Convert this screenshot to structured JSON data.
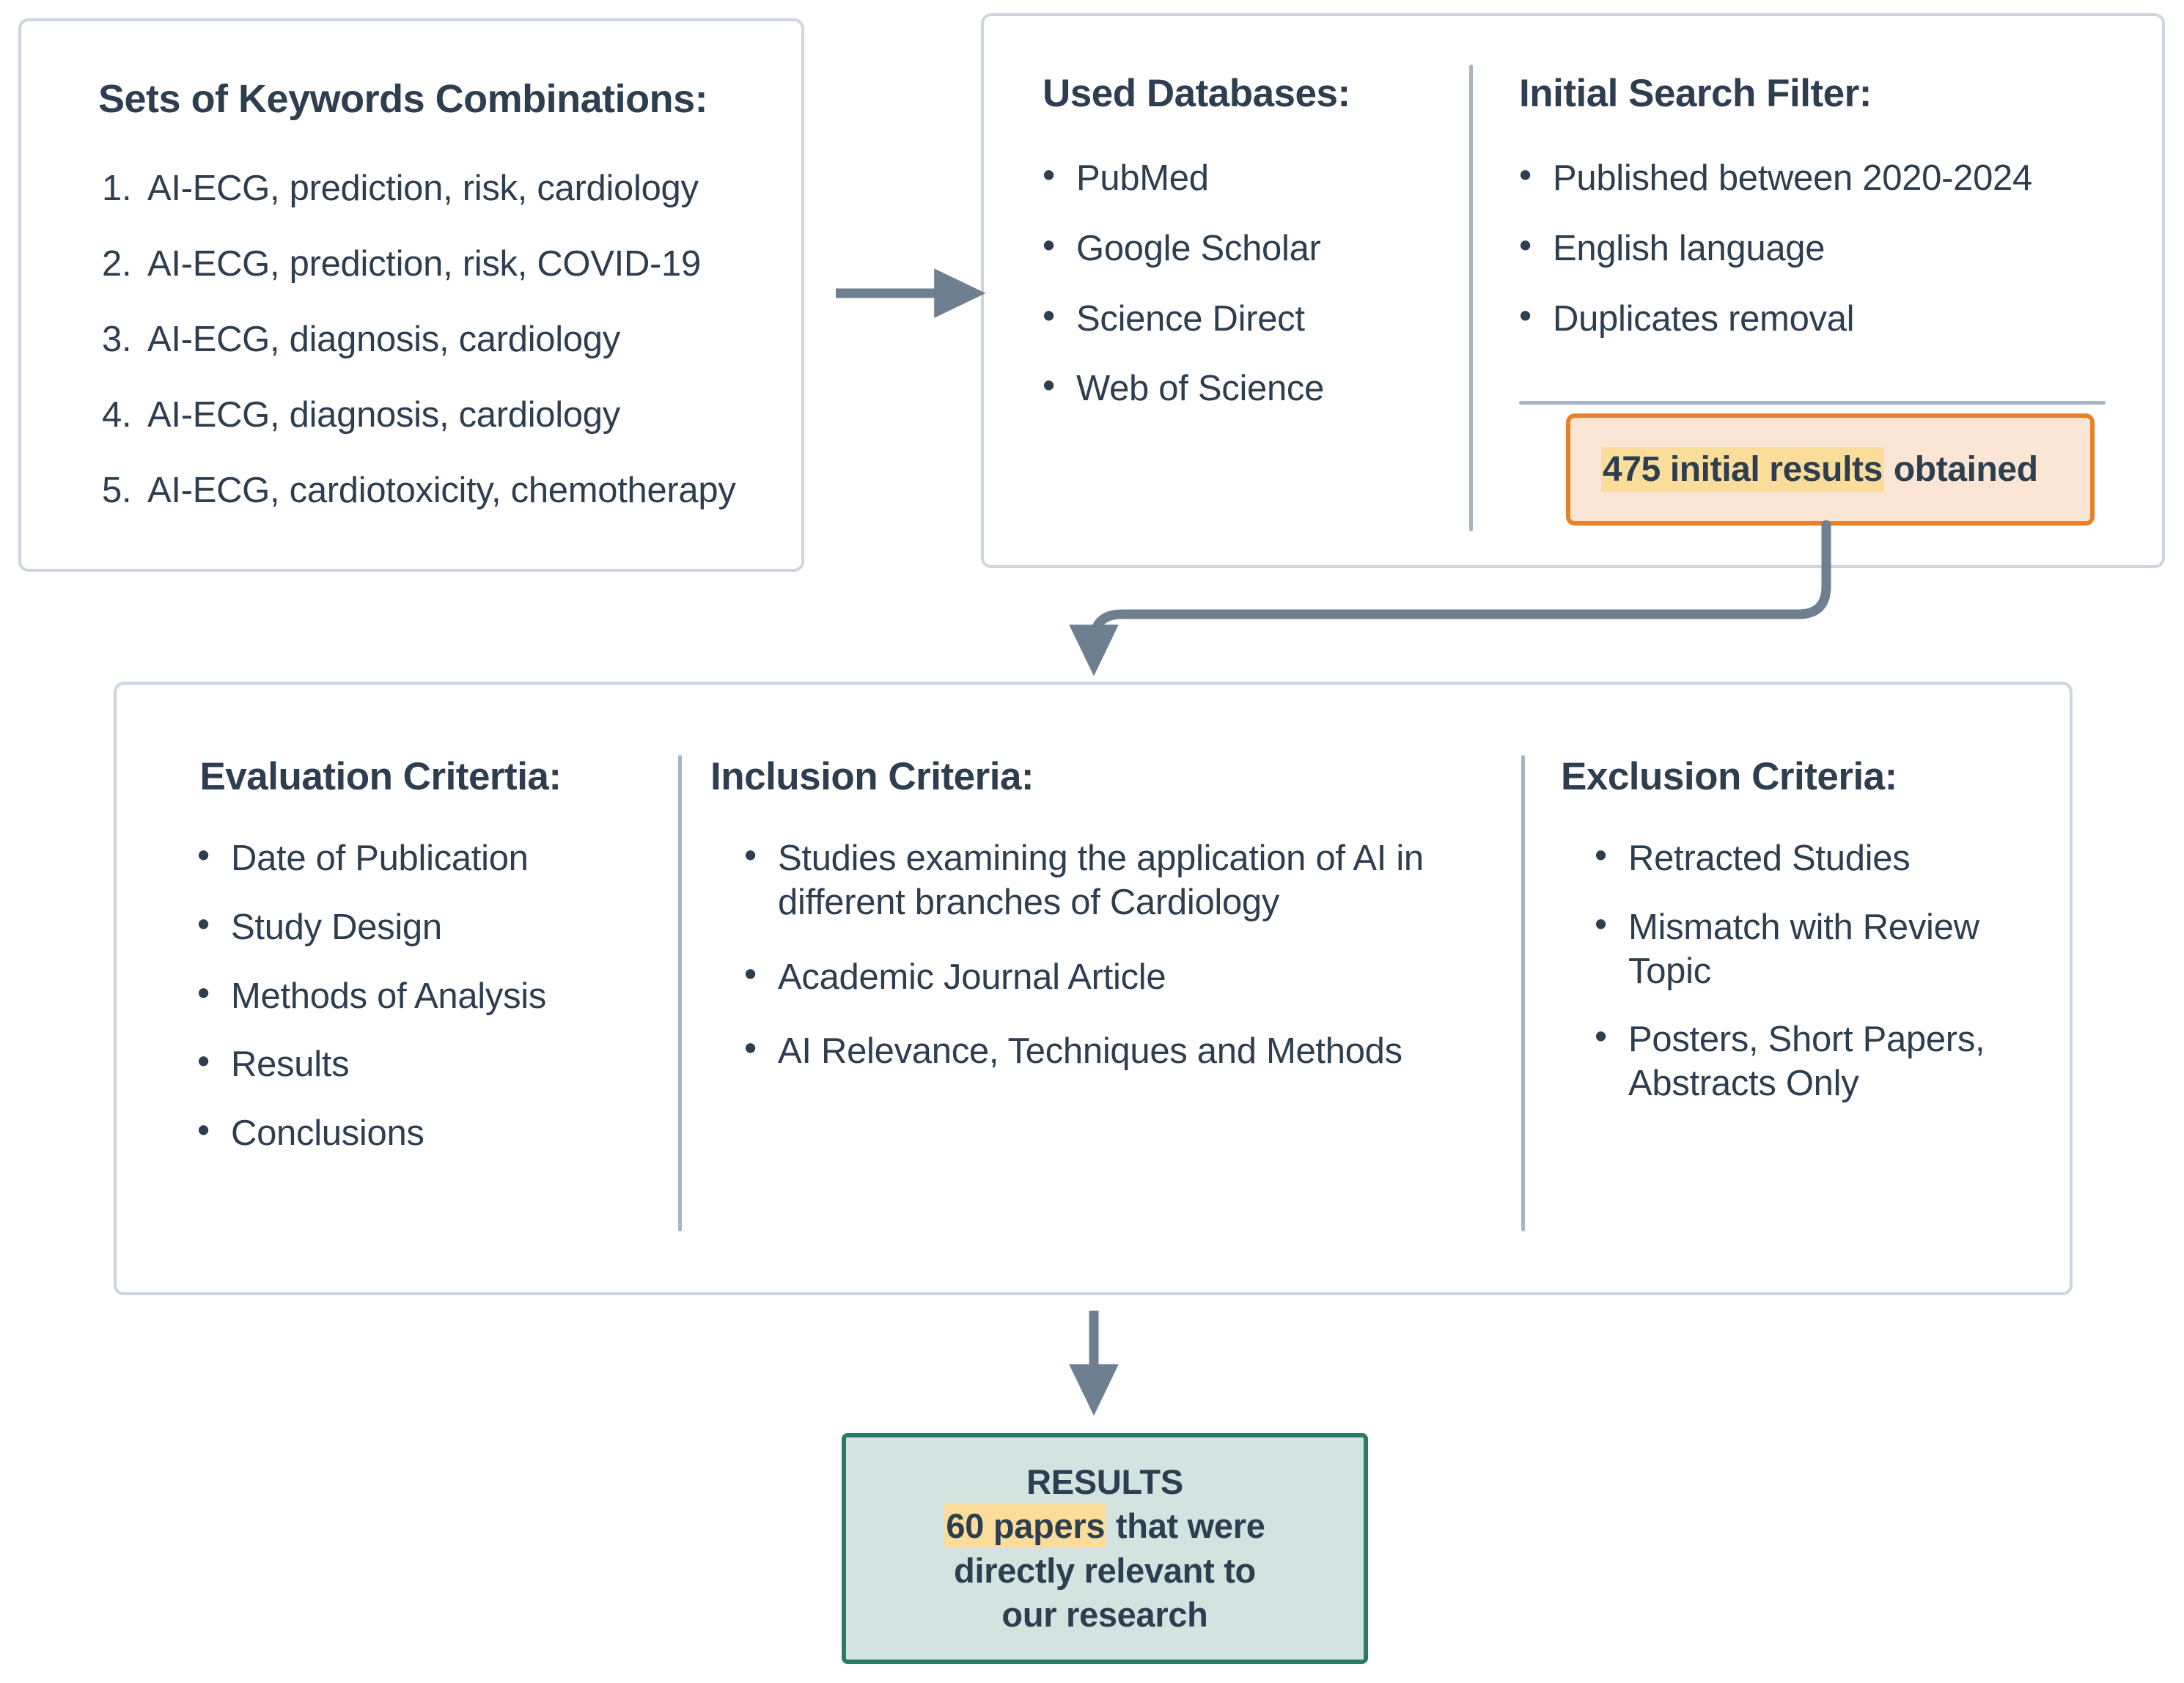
{
  "colors": {
    "text": "#2d3e50",
    "box_border": "#ccd6e0",
    "divider": "#a8b4c0",
    "arrow": "#6e7f8f",
    "chip_border": "#e8822a",
    "chip_fill": "#fbe5d5",
    "highlight": "#fadd9a",
    "results_fill": "#d3e3df",
    "results_border": "#2b7a68"
  },
  "keywords": {
    "title": "Sets of Keywords Combinations:",
    "items": [
      {
        "num": "1.",
        "text": "AI-ECG, prediction, risk, cardiology"
      },
      {
        "num": "2.",
        "text": "AI-ECG, prediction, risk, COVID-19"
      },
      {
        "num": "3.",
        "text": "AI-ECG, diagnosis, cardiology"
      },
      {
        "num": "4.",
        "text": "AI-ECG, diagnosis, cardiology"
      },
      {
        "num": "5.",
        "text": "AI-ECG, cardiotoxicity, chemotherapy"
      }
    ]
  },
  "databases": {
    "title": "Used Databases:",
    "items": [
      "PubMed",
      "Google Scholar",
      "Science Direct",
      "Web of Science"
    ]
  },
  "search_filter": {
    "title": "Initial Search Filter:",
    "items": [
      "Published between 2020-2024",
      "English language",
      "Duplicates removal"
    ],
    "result_chip": {
      "highlighted": "475 initial results",
      "rest": " obtained"
    }
  },
  "evaluation": {
    "title": "Evaluation Critertia:",
    "items": [
      "Date of Publication",
      "Study Design",
      "Methods of Analysis",
      "Results",
      "Conclusions"
    ]
  },
  "inclusion": {
    "title": "Inclusion Criteria:",
    "items": [
      "Studies examining the application of AI in different branches of Cardiology",
      "Academic Journal Article",
      "AI Relevance, Techniques and Methods"
    ]
  },
  "exclusion": {
    "title": "Exclusion Criteria:",
    "items": [
      "Retracted Studies",
      "Mismatch with Review Topic",
      "Posters, Short Papers, Abstracts Only"
    ]
  },
  "results": {
    "heading": "RESULTS",
    "highlighted": "60 papers",
    "rest": " that were",
    "line3": "directly relevant to",
    "line4": "our research"
  },
  "bullet_glyph": "•"
}
